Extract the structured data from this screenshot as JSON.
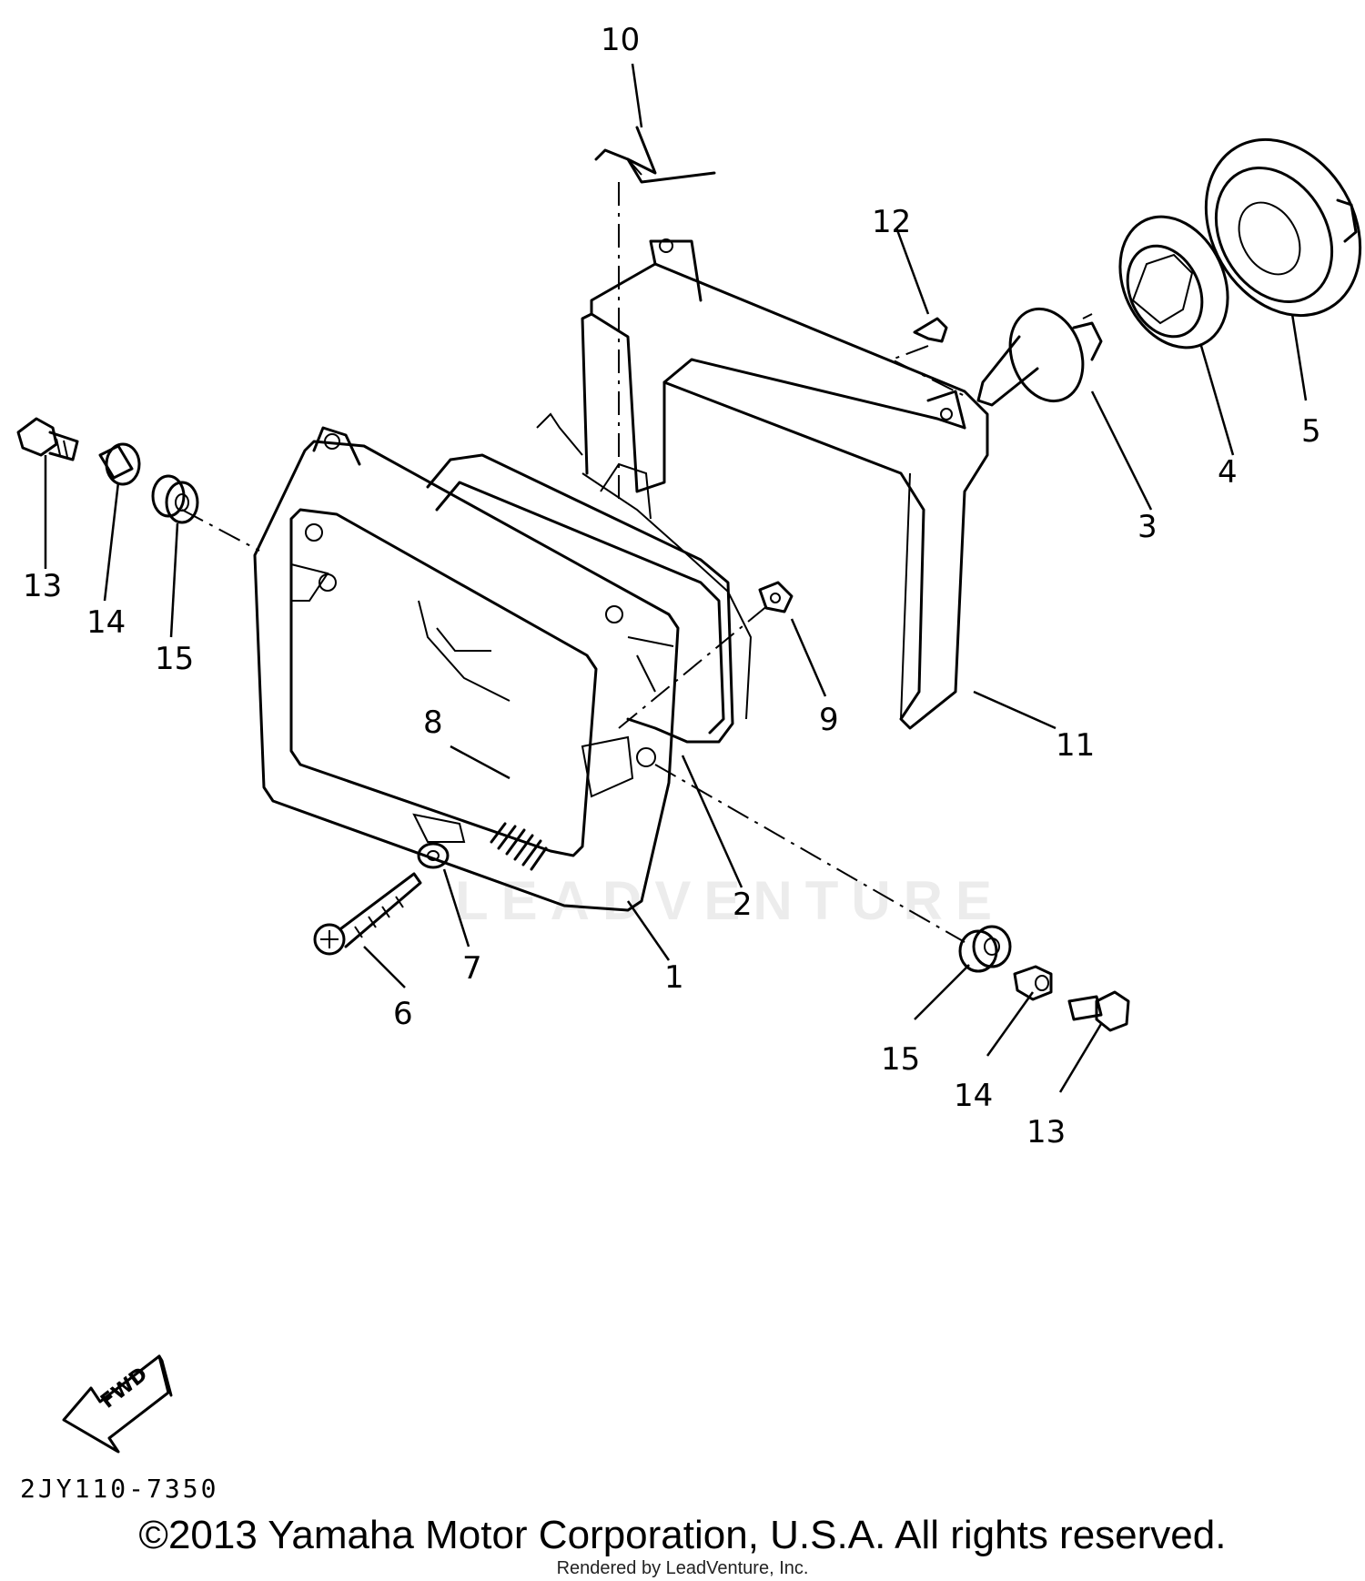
{
  "diagram": {
    "callouts": [
      {
        "id": "c1",
        "text": "1"
      },
      {
        "id": "c2",
        "text": "2"
      },
      {
        "id": "c3",
        "text": "3"
      },
      {
        "id": "c4",
        "text": "4"
      },
      {
        "id": "c5",
        "text": "5"
      },
      {
        "id": "c6",
        "text": "6"
      },
      {
        "id": "c7",
        "text": "7"
      },
      {
        "id": "c8",
        "text": "8"
      },
      {
        "id": "c9",
        "text": "9"
      },
      {
        "id": "c10",
        "text": "10"
      },
      {
        "id": "c11",
        "text": "11"
      },
      {
        "id": "c12",
        "text": "12"
      },
      {
        "id": "c13a",
        "text": "13"
      },
      {
        "id": "c14a",
        "text": "14"
      },
      {
        "id": "c15a",
        "text": "15"
      },
      {
        "id": "c13b",
        "text": "13"
      },
      {
        "id": "c14b",
        "text": "14"
      },
      {
        "id": "c15b",
        "text": "15"
      }
    ],
    "fwd_label": "FWD",
    "diagram_code": "2JY110-7350",
    "watermark": "LEADVENTURE"
  },
  "footer": {
    "copyright": "©2013 Yamaha Motor Corporation, U.S.A. All rights reserved.",
    "rendered_by": "Rendered by LeadVenture, Inc."
  }
}
